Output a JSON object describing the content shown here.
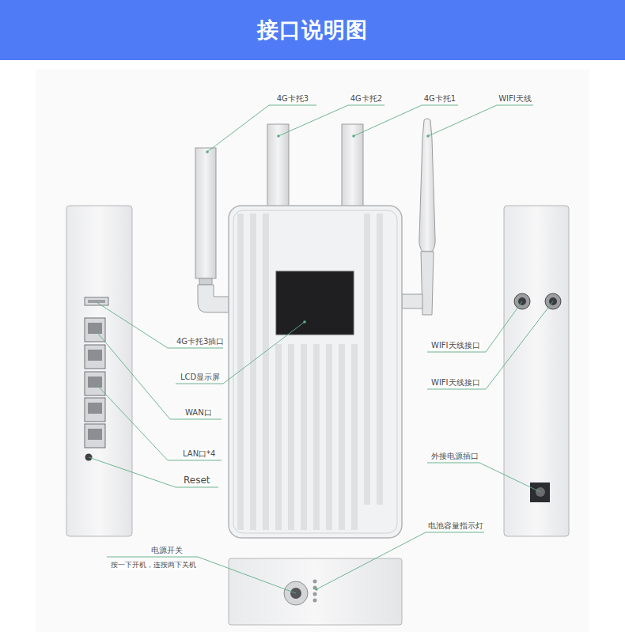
{
  "diagram": {
    "title": "接口说明图",
    "labels": [
      "4G卡托3",
      "4G卡托2",
      "4G卡托1",
      "WIFI天线",
      "4G卡托3插口",
      "LCD显示屏",
      "WAN口",
      "LAN口*4",
      "Reset",
      "WIFI天线接口",
      "WIFI天线接口",
      "外接电源插口",
      "电池容量指示灯",
      "电源开关",
      "按一下开机，连按两下关机"
    ]
  }
}
